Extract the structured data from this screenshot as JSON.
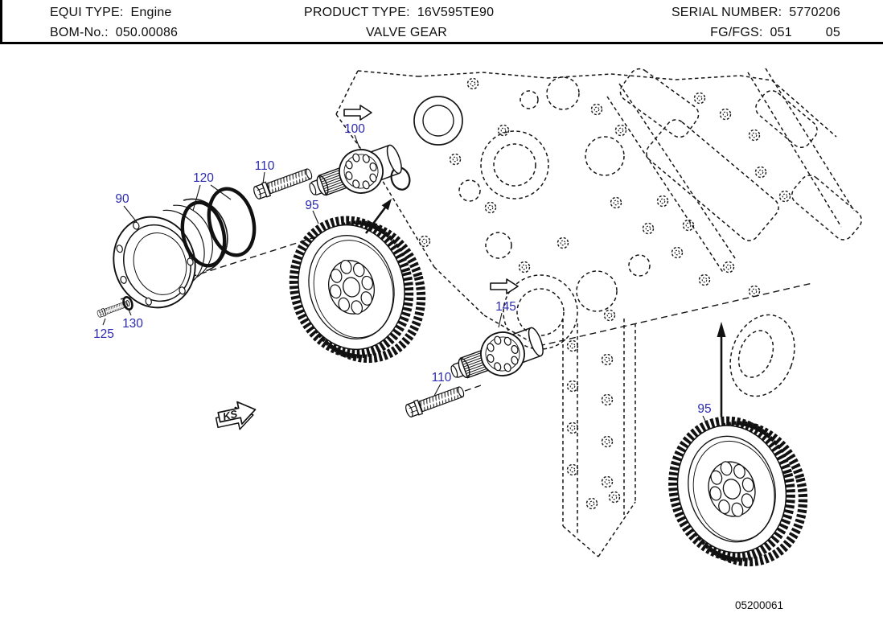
{
  "header": {
    "equi_type": {
      "label": "EQUI TYPE:",
      "value": "Engine"
    },
    "product_type": {
      "label": "PRODUCT TYPE:",
      "value": "16V595TE90"
    },
    "serial_number": {
      "label": "SERIAL NUMBER:",
      "value": "5770206"
    },
    "bom_no": {
      "label": "BOM-No.:",
      "value": "050.00086"
    },
    "sheet_title": "VALVE GEAR",
    "fg_fgs": {
      "label": "FG/FGS:",
      "value": "051",
      "value2": "05"
    }
  },
  "diagram": {
    "drawing_number": "05200061",
    "direction_label": "KS",
    "callout_color": "#2b2aae",
    "line_color": "#161616",
    "callouts": [
      {
        "part": "90"
      },
      {
        "part": "120"
      },
      {
        "part": "110"
      },
      {
        "part": "100"
      },
      {
        "part": "95"
      },
      {
        "part": "145"
      },
      {
        "part": "110"
      },
      {
        "part": "125"
      },
      {
        "part": "130"
      },
      {
        "part": "95"
      }
    ]
  }
}
